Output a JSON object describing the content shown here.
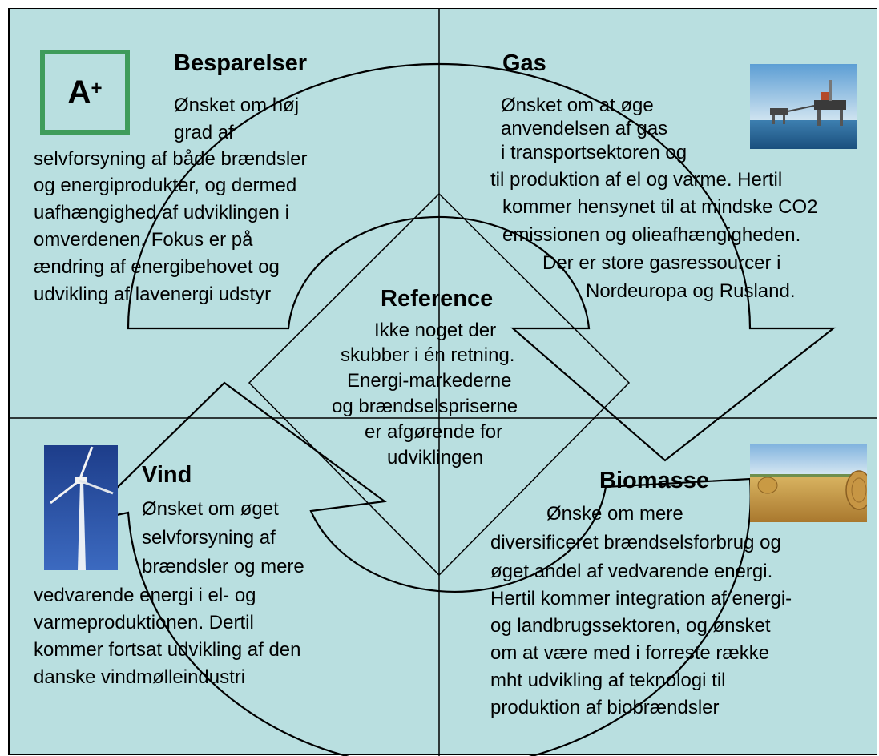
{
  "colors": {
    "panel_bg": "#b9dfe0",
    "aplus_border": "#3f9c5b",
    "line": "#000000"
  },
  "aplus": {
    "letter": "A",
    "plus": "+"
  },
  "besparelser": {
    "title": "Besparelser",
    "lines": [
      "Ønsket om høj",
      "grad af",
      "selvforsyning af både brændsler",
      "og energiprodukter, og dermed",
      "uafhængighed af udviklingen i",
      "omverdenen. Fokus er på",
      "ændring af energibehovet og",
      "udvikling af lavenergi udstyr"
    ]
  },
  "gas": {
    "title": "Gas",
    "lines": [
      "Ønsket om at øge",
      "anvendelsen af gas",
      "i transportsektoren og",
      "til produktion af el og varme. Hertil",
      "kommer hensynet til at mindske CO2",
      "emissionen og olieafhængigheden.",
      "Der er store gasressourcer i",
      "Nordeuropa og Rusland."
    ],
    "image_icon": "offshore-platform-photo"
  },
  "reference": {
    "title": "Reference",
    "lines": [
      "Ikke noget der",
      "skubber i én retning.",
      "Energi-markederne",
      "og brændselspriserne",
      "er afgørende for",
      "udviklingen"
    ]
  },
  "vind": {
    "title": "Vind",
    "lines": [
      "Ønsket om øget",
      "selvforsyning af",
      "brændsler og mere",
      "vedvarende energi i el- og",
      "varmeproduktionen. Dertil",
      "kommer fortsat udvikling af den",
      "danske vindmølleindustri"
    ],
    "image_icon": "wind-turbine-photo"
  },
  "biomasse": {
    "title": "Biomasse",
    "lines": [
      "Ønske om mere",
      "diversificeret brændselsforbrug og",
      "øget andel af vedvarende energi.",
      "Hertil kommer integration af energi-",
      "og landbrugssektoren, og ønsket",
      "om at være med i forreste række",
      "mht udvikling af teknologi til",
      "produktion af biobrændsler"
    ],
    "image_icon": "hay-bale-field-photo"
  }
}
